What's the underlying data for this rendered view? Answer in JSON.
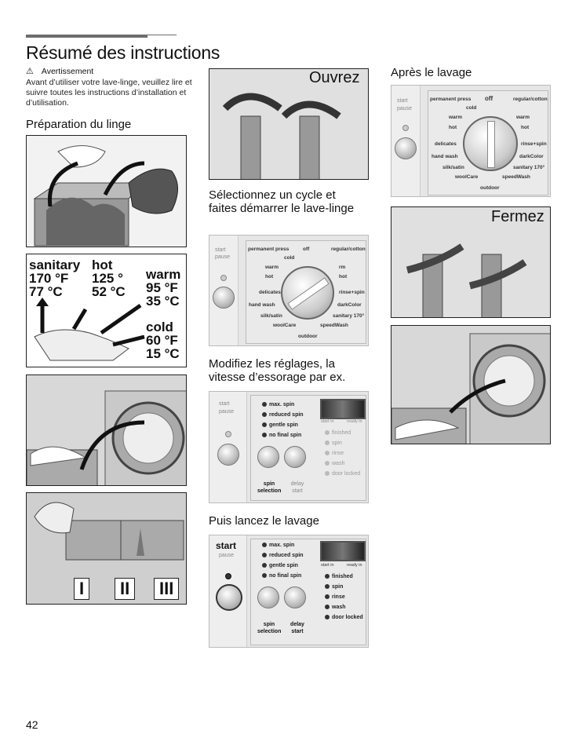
{
  "title": "Résumé des instructions",
  "warning": {
    "label": "Avertissement",
    "body": "Avant d’utiliser votre lave-linge, veuillez lire et suivre toutes les instructions d’installation et d’utilisation."
  },
  "section_prep": "Préparation du linge",
  "temps": {
    "sanitary": {
      "name": "sanitary",
      "f": "170 °F",
      "c": "77 °C"
    },
    "hot": {
      "name": "hot",
      "f": "125 °",
      "c": "52 °C"
    },
    "warm": {
      "name": "warm",
      "f": "95 °F",
      "c": "35 °C"
    },
    "cold": {
      "name": "cold",
      "f": "60 °F",
      "c": "15 °C"
    }
  },
  "compartments": [
    "I",
    "II",
    "III"
  ],
  "ouvrez": "Ouvrez",
  "section_select": "Sélectionnez un cycle et faites démarrer le lave-linge",
  "section_modify": "Modifiez les réglages, la vitesse d’essorage par ex.",
  "section_start": "Puis lancez le lavage",
  "section_after": "Après le lavage",
  "fermez": "Fermez",
  "panel": {
    "start": "start",
    "pause": "pause",
    "dial": {
      "permanent_press": "permanent press",
      "off": "off",
      "regular_cotton": "regular/cotton",
      "cold": "cold",
      "warm": "warm",
      "hot": "hot",
      "hot2": "hot",
      "warm2": "rm",
      "delicates": "delicates",
      "rinse_spin": "rinse+spin",
      "hand_wash": "hand wash",
      "dark_color": "darkColor",
      "silk_satin": "silk/satin",
      "sanitary": "sanitary 170°",
      "wool_care": "woolCare",
      "speed_wash": "speedWash",
      "outdoor": "outdoor",
      "warm_after": "warm",
      "hot_after": "hot"
    },
    "spin_options": [
      "max. spin",
      "reduced spin",
      "gentle spin",
      "no final spin"
    ],
    "status": [
      "finished",
      "spin",
      "rinse",
      "wash",
      "door locked"
    ],
    "start_in": "start in",
    "ready_in": "ready in",
    "spin": "spin",
    "selection": "selection",
    "delay": "delay",
    "delay_start": "start"
  },
  "page_number": "42"
}
